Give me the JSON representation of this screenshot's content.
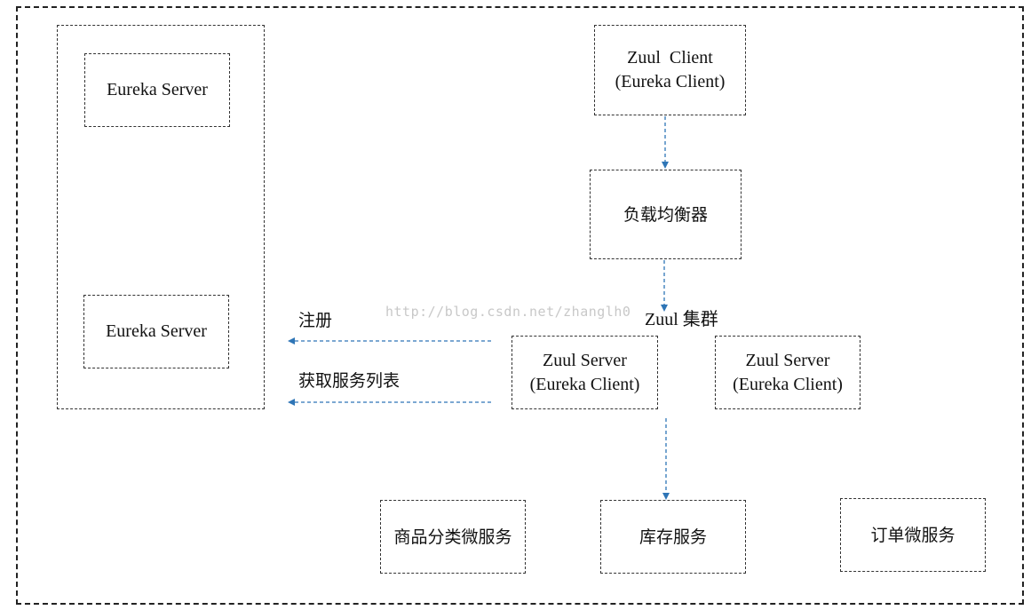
{
  "eureka": {
    "server_top": "Eureka Server",
    "server_bottom": "Eureka Server"
  },
  "zuul_client": {
    "line1": "Zuul  Client",
    "line2": "(Eureka Client)"
  },
  "load_balancer": "负载均衡器",
  "zuul_cluster_label": "Zuul 集群",
  "zuul_server_1": {
    "line1": "Zuul Server",
    "line2": "(Eureka Client)"
  },
  "zuul_server_2": {
    "line1": "Zuul Server",
    "line2": "(Eureka Client)"
  },
  "register_label": "注册",
  "fetch_label": "获取服务列表",
  "services": {
    "product": "商品分类微服务",
    "inventory": "库存服务",
    "order": "订单微服务"
  },
  "watermark": "http://blog.csdn.net/zhanglh0",
  "colors": {
    "arrow": "#2e75b6",
    "border": "#333333"
  }
}
